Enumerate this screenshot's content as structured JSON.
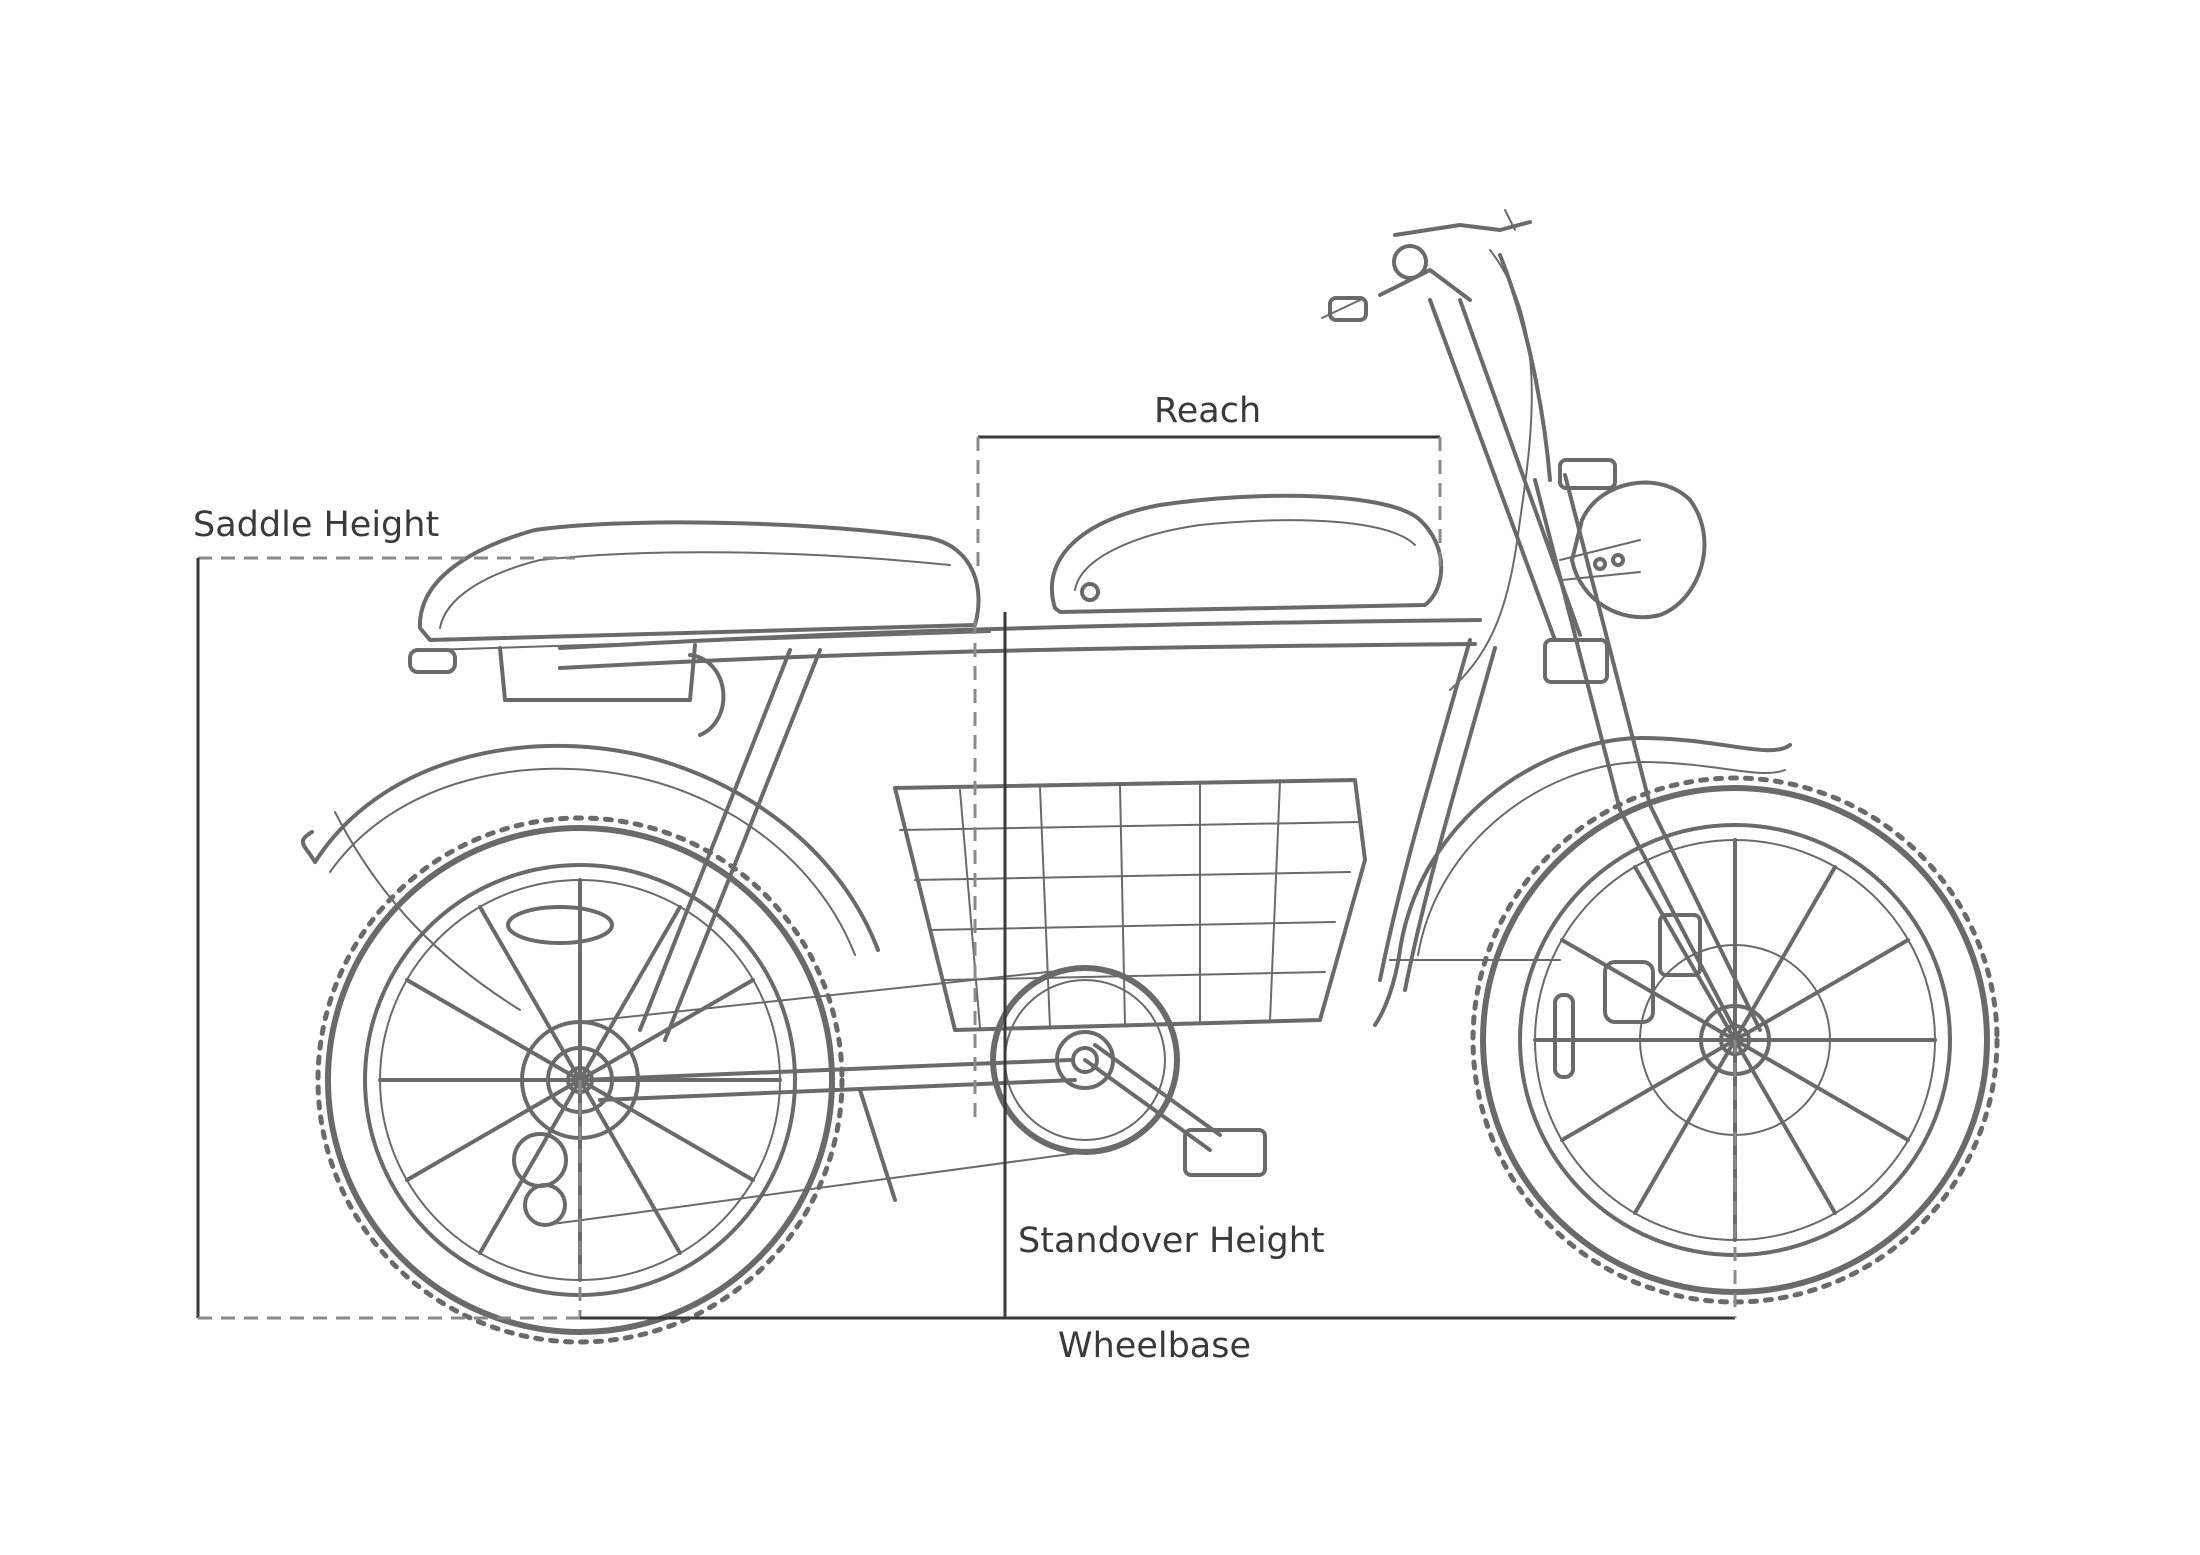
{
  "diagram": {
    "labels": {
      "reach": "Reach",
      "saddle_height": "Saddle Height",
      "standover_height": "Standover Height",
      "wheelbase": "Wheelbase"
    },
    "colors": {
      "line_art": "#6a6a6a",
      "dimension": "#3a3a3a",
      "dimension_dashed": "#8a8a8a",
      "background": "#ffffff"
    }
  }
}
